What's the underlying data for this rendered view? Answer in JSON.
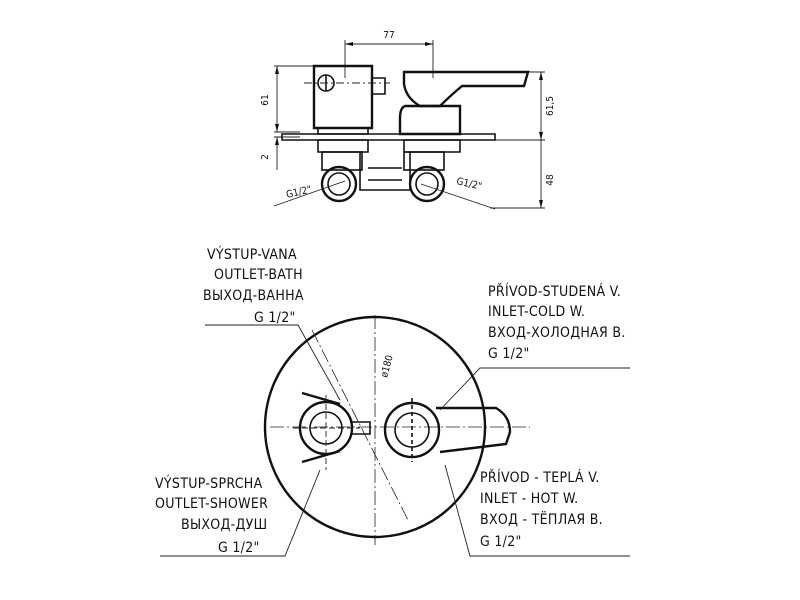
{
  "side_view": {
    "dims": {
      "width_top": "77",
      "left_height": "61",
      "left_gap": "2",
      "right_height": "61,5",
      "right_depth": "48"
    },
    "thread_left": "G1/2\"",
    "thread_right": "G1/2\""
  },
  "front_view": {
    "diameter": "ø180",
    "labels": {
      "outlet_bath": [
        "VÝSTUP-VANA",
        "OUTLET-BATH",
        "ВЫХОД-ВАННА",
        "G 1/2\""
      ],
      "outlet_shower": [
        "VÝSTUP-SPRCHA",
        "OUTLET-SHOWER",
        "ВЫХОД-ДУШ",
        "G 1/2\""
      ],
      "inlet_cold": [
        "PŘÍVOD-STUDENÁ V.",
        "INLET-COLD W.",
        "ВХОД-ХОЛОДНАЯ В.",
        "G 1/2\""
      ],
      "inlet_hot": [
        "PŘÍVOD - TEPLÁ V.",
        "INLET - HOT W.",
        "ВХОД - TЁПЛАЯ В.",
        "G 1/2\""
      ]
    }
  }
}
